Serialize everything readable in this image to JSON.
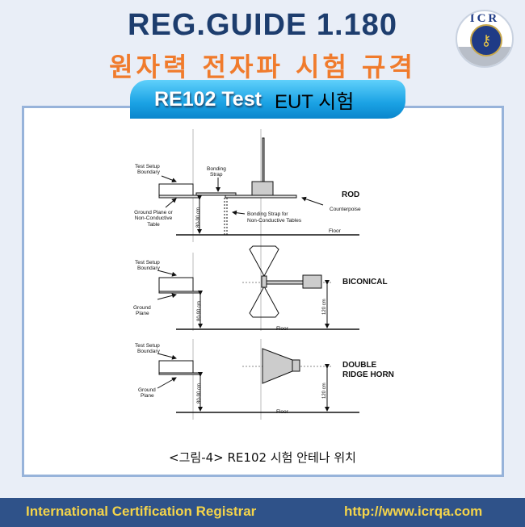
{
  "header": {
    "title": "REG.GUIDE 1.180",
    "subtitle": "원자력 전자파 시험 규격",
    "logo_text": "ICR"
  },
  "tab": {
    "main": "RE102 Test",
    "sub": "EUT 시험"
  },
  "diagram": {
    "rod": {
      "boundary": [
        "Test Setup",
        "Boundary"
      ],
      "bonding_strap": [
        "Bonding",
        "Strap"
      ],
      "ground_plane": [
        "Ground Plane or",
        "Non-Conductive",
        "Table"
      ],
      "bonding_strap_nc": [
        "Bonding Strap for",
        "Non-Conductive Tables"
      ],
      "counterpoise": "Counterpoise",
      "label": "ROD",
      "floor": "Floor",
      "height": "80-90 cm"
    },
    "biconical": {
      "boundary": [
        "Test Setup",
        "Boundary"
      ],
      "ground_plane": [
        "Ground",
        "Plane"
      ],
      "label": "BICONICAL",
      "floor": "Floor",
      "height": "80-90 cm",
      "antenna_height": "120 cm"
    },
    "horn": {
      "boundary": [
        "Test Setup",
        "Boundary"
      ],
      "ground_plane": [
        "Ground",
        "Plane"
      ],
      "label": [
        "DOUBLE",
        "RIDGE HORN"
      ],
      "floor": "Floor",
      "height": "80-90 cm",
      "antenna_height": "120 cm"
    }
  },
  "caption": "<그림-4> RE102 시험 안테나 위치",
  "footer": {
    "org": "International Certification Registrar",
    "url": "http://www.icrqa.com"
  }
}
